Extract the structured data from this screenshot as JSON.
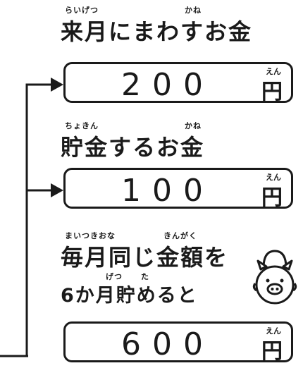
{
  "sections": [
    {
      "title": "来月にまわすお金",
      "ruby": [
        {
          "text": "らいげつ"
        },
        {
          "text": "かね"
        }
      ],
      "amount": "200",
      "unit": "円",
      "unit_ruby": "えん"
    },
    {
      "title": "貯金するお金",
      "ruby": [
        {
          "text": "ちょきん"
        },
        {
          "text": "かね"
        }
      ],
      "amount": "100",
      "unit": "円",
      "unit_ruby": "えん"
    },
    {
      "title_line1": "毎月同じ金額を",
      "title_line2": "6か月貯めると",
      "ruby": [
        {
          "text": "まいつきおな"
        },
        {
          "text": "きんがく"
        },
        {
          "text": "げつ"
        },
        {
          "text": "た"
        }
      ],
      "amount": "600",
      "unit": "円",
      "unit_ruby": "えん"
    }
  ],
  "icon": "piggy-bank-icon",
  "colors": {
    "ink": "#1a1a1a",
    "background": "#ffffff"
  }
}
